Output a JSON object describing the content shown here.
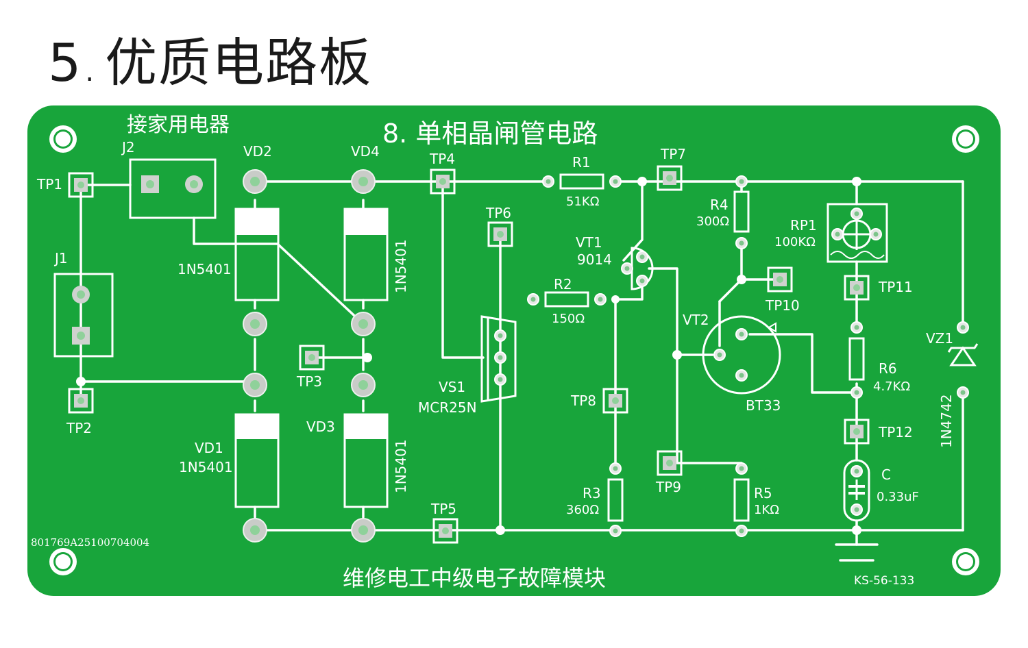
{
  "heading": {
    "number": "5",
    "separator": ".",
    "title": "优质电路板"
  },
  "board": {
    "colors": {
      "pcb": "#18a53b",
      "silk": "#ffffff",
      "pad_ring": "#c9ccc8",
      "pad_center": "#8fd19a"
    },
    "section_title": "8. 单相晶闸管电路",
    "load_label": "接家用电器",
    "footer_title": "维修电工中级电子故障模块",
    "serial": "801769A25100704004",
    "model": "KS-56-133",
    "connectors": {
      "j1": "J1",
      "j2": "J2"
    },
    "testpoints": {
      "tp1": "TP1",
      "tp2": "TP2",
      "tp3": "TP3",
      "tp4": "TP4",
      "tp5": "TP5",
      "tp6": "TP6",
      "tp7": "TP7",
      "tp8": "TP8",
      "tp9": "TP9",
      "tp10": "TP10",
      "tp11": "TP11",
      "tp12": "TP12"
    },
    "diodes": {
      "vd1": "VD1",
      "vd1_part": "1N5401",
      "vd2": "VD2",
      "vd2_part": "1N5401",
      "vd3": "VD3",
      "vd3_part": "1N5401",
      "vd4": "VD4",
      "vd4_part": "1N5401"
    },
    "scr": {
      "ref": "VS1",
      "part": "MCR25N"
    },
    "transistor": {
      "ref": "VT1",
      "part": "9014"
    },
    "ujt": {
      "ref": "VT2",
      "part": "BT33"
    },
    "zener": {
      "ref": "VZ1",
      "part": "1N4742"
    },
    "potentiometer": {
      "ref": "RP1",
      "value": "100KΩ"
    },
    "capacitor": {
      "ref": "C",
      "value": "0.33uF"
    },
    "resistors": {
      "r1": "R1",
      "r1_value": "51KΩ",
      "r2": "R2",
      "r2_value": "150Ω",
      "r3": "R3",
      "r3_value": "360Ω",
      "r4": "R4",
      "r4_value": "300Ω",
      "r5": "R5",
      "r5_value": "1KΩ",
      "r6": "R6",
      "r6_value": "4.7KΩ"
    }
  }
}
